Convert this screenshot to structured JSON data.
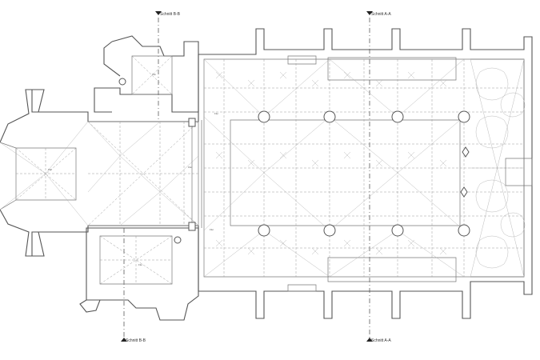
{
  "sections": {
    "bb_top": "Schnitt B-B",
    "aa_top": "Schnitt A-A",
    "bb_bottom": "Schnitt B-B",
    "aa_bottom": "Schnitt A-A"
  },
  "room_labels": [
    "Flur",
    "Flur",
    "Flur",
    "Flur",
    "Flur",
    "Flur"
  ]
}
